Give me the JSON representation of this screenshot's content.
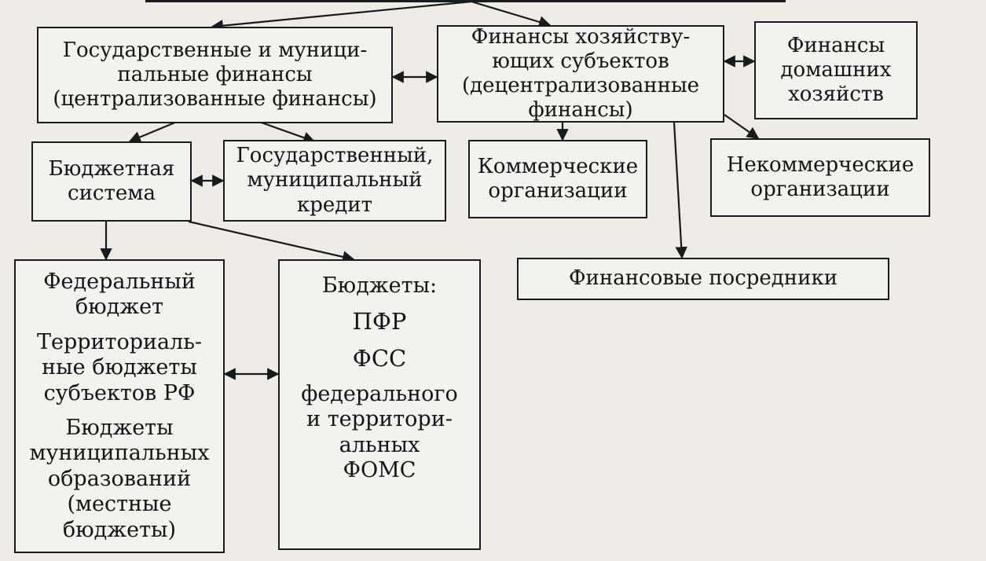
{
  "diagram": {
    "gov_finance": [
      "Государственные и муници-",
      "пальные финансы",
      "(централизованные финансы)"
    ],
    "business_finance": [
      "Финансы хозяйству-",
      "ющих субъектов",
      "(децентрализованные",
      "финансы)"
    ],
    "household_finance": [
      "Финансы",
      "домашних",
      "хозяйств"
    ],
    "budget_system": [
      "Бюджетная",
      "система"
    ],
    "state_credit": [
      "Государственный,",
      "муниципальный",
      "кредит"
    ],
    "commercial_orgs": [
      "Коммерческие",
      "организации"
    ],
    "noncommercial_orgs": [
      "Некоммерческие",
      "организации"
    ],
    "intermediaries": [
      "Финансовые посредники"
    ],
    "budgets_left": {
      "federal": [
        "Федеральный",
        "бюджет"
      ],
      "territorial": [
        "Территориаль-",
        "ные бюджеты",
        "субъектов РФ"
      ],
      "municipal": [
        "Бюджеты",
        "муниципальных",
        "образований",
        "(местные",
        "бюджеты)"
      ]
    },
    "budgets_right": {
      "heading": "Бюджеты:",
      "pfr": "ПФР",
      "fss": "ФСС",
      "foms": [
        "федерального",
        "и территори-",
        "альных",
        "ФОМС"
      ]
    }
  }
}
